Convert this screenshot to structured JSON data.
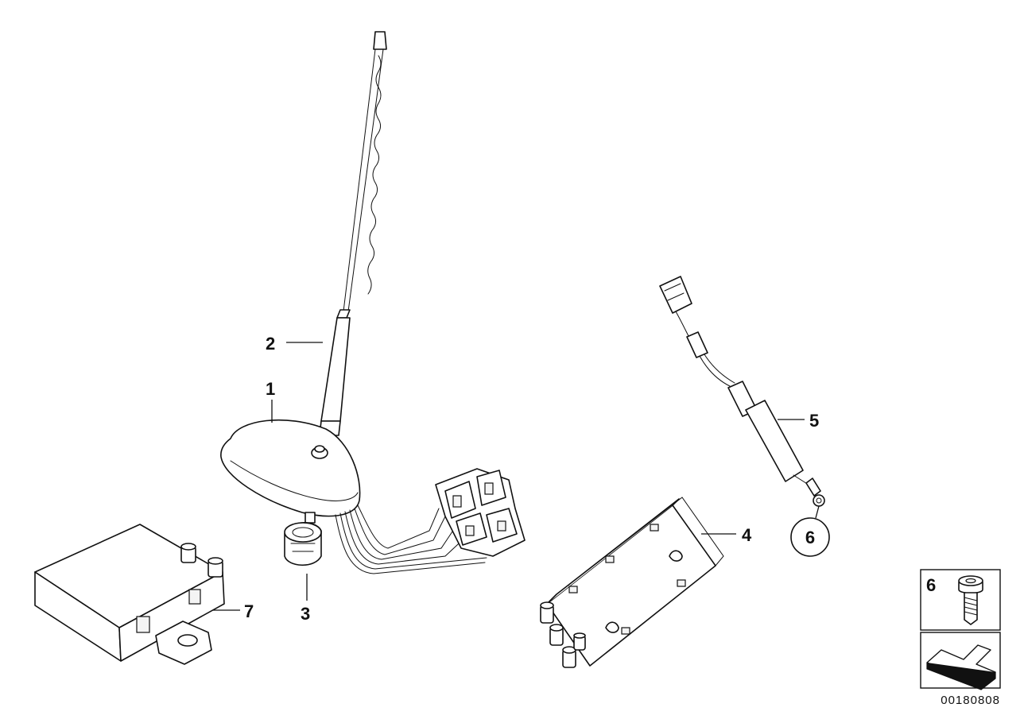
{
  "callouts": {
    "c1": "1",
    "c2": "2",
    "c3": "3",
    "c4": "4",
    "c5": "5",
    "c6": "6",
    "c7": "7"
  },
  "legend": {
    "screw_label": "6"
  },
  "document_number": "00180808"
}
